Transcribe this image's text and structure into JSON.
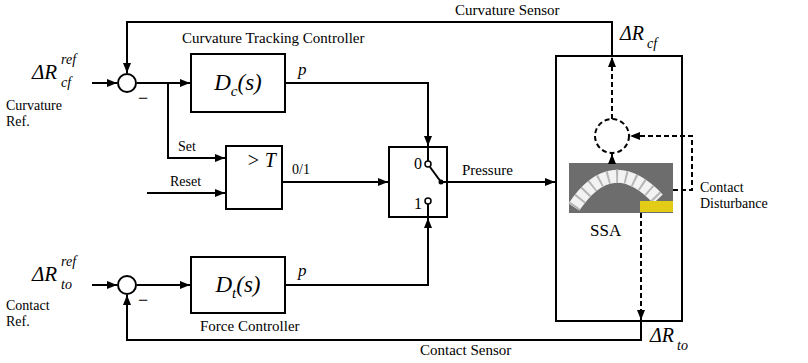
{
  "diagram": {
    "nodes": [
      {
        "text": [
          "−"
        ]
      },
      {
        "text": [
          "D",
          "c",
          "(s)"
        ]
      },
      {
        "text": [
          "> T"
        ]
      },
      {
        "text": [
          "0",
          "1"
        ]
      },
      {
        "text": [
          "SSA"
        ]
      },
      {
        "text": [
          "−"
        ]
      },
      {
        "text": [
          "D",
          "t",
          "(s)"
        ]
      }
    ],
    "edges": [
      {
        "from": 0,
        "to": 1,
        "arrow": "to"
      },
      {
        "from": 0,
        "to": 2,
        "label": "Set",
        "arrow": "to"
      },
      {
        "from": 1,
        "to": 3,
        "label": "p",
        "arrow": "to"
      },
      {
        "from": 2,
        "to": 3,
        "label": "0/1",
        "arrow": "to"
      },
      {
        "from": 5,
        "to": 6,
        "arrow": "to"
      },
      {
        "from": 6,
        "to": 3,
        "label": "p",
        "arrow": "to"
      },
      {
        "from": 3,
        "to": 4,
        "label": "Pressure",
        "arrow": "to"
      },
      {
        "from": 4,
        "to": 0,
        "label": "Curvature Sensor",
        "arrow": "to"
      },
      {
        "from": 4,
        "to": 5,
        "label": "Contact Sensor",
        "arrow": "to"
      }
    ],
    "labels": [
      "ΔR",
      "cf",
      "ref",
      "Curvature Ref.",
      "Curvature Tracking Controller",
      "Reset",
      "ΔR",
      "cf",
      "Contact Disturbance",
      "ΔR",
      "to",
      "ref",
      "Contact Ref.",
      "Force Controller",
      "ΔR",
      "to"
    ]
  }
}
